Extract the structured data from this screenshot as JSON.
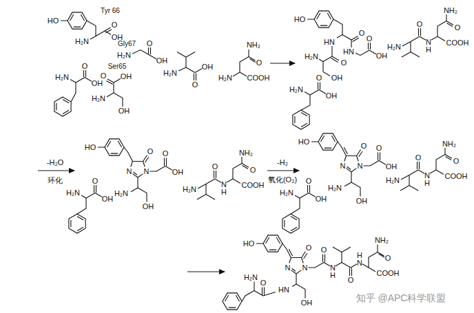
{
  "diagram": {
    "labels": [
      "Tyr 66",
      "HO",
      "O",
      "OH",
      "H₂N",
      "Gly67",
      "O",
      "H₂N",
      "OH",
      "Ser65",
      "O",
      "OH",
      "H₂N",
      "O",
      "OH",
      "H₂N",
      "OH",
      "H₂N",
      "O",
      "OH",
      "NH₂",
      "O",
      "H₂N",
      "COOH",
      "HO",
      "O",
      "HN",
      "HN",
      "O",
      "OH",
      "O",
      "H₂N",
      "OH",
      "H₂N",
      "O",
      "OH",
      "NH₂",
      "O",
      "H₂N",
      "N",
      "H",
      "O",
      "COOH",
      "-H₂O",
      "环化",
      "HO",
      "O",
      "N",
      "N",
      "O",
      "OH",
      "H₂N",
      "OH",
      "H₂N",
      "O",
      "OH",
      "NH₂",
      "O",
      "H₂N",
      "N",
      "H",
      "O",
      "COOH",
      "-H₂",
      "氧化(O₂)",
      "HO",
      "O",
      "N",
      "N",
      "O",
      "OH",
      "H₂N",
      "OH",
      "H₂N",
      "O",
      "OH",
      "NH₂",
      "O",
      "H₂N",
      "N",
      "H",
      "O",
      "COOH",
      "HO",
      "O",
      "N",
      "N",
      "O",
      "N",
      "H",
      "O",
      "H",
      "N",
      "NH₂",
      "O",
      "COOH",
      "H₂N",
      "O",
      "HN",
      "OH",
      "知乎 @APC科学联盟"
    ]
  }
}
